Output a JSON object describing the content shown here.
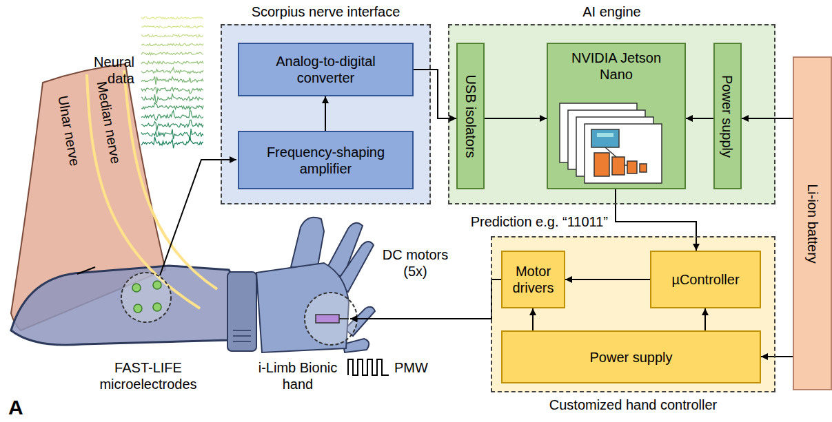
{
  "diagram": {
    "nodes": [
      {
        "text": [
          "Scorpius nerve interface"
        ]
      },
      {
        "text": [
          "Analog-to-digital converter"
        ],
        "in": 0
      },
      {
        "text": [
          "Frequency-shaping amplifier"
        ],
        "in": 0
      },
      {
        "text": [
          "AI engine"
        ]
      },
      {
        "text": [
          "USB isolators"
        ],
        "in": 3
      },
      {
        "text": [
          "NVIDIA Jetson Nano"
        ],
        "in": 3
      },
      {
        "text": [
          "Power supply"
        ],
        "in": 3
      },
      {
        "text": [
          "Li-ion battery"
        ]
      },
      {
        "text": [
          "Customized hand controller"
        ]
      },
      {
        "text": [
          "Motor drivers"
        ],
        "in": 8
      },
      {
        "text": [
          "µController"
        ],
        "in": 8
      },
      {
        "text": [
          "Power supply"
        ],
        "in": 8
      }
    ],
    "edges": [
      {
        "from": 2,
        "to": 1,
        "arrow": "to"
      },
      {
        "from": 1,
        "to": 4,
        "arrow": "to"
      },
      {
        "from": 4,
        "to": 5,
        "arrow": "to"
      },
      {
        "from": 6,
        "to": 5,
        "arrow": "to"
      },
      {
        "from": 7,
        "to": 6,
        "arrow": "to"
      },
      {
        "from": 5,
        "to": 10,
        "label": "Prediction e.g. “11011”",
        "arrow": "to"
      },
      {
        "from": 10,
        "to": 9,
        "arrow": "to"
      },
      {
        "from": 11,
        "to": 9,
        "arrow": "to"
      },
      {
        "from": 11,
        "to": 10,
        "arrow": "to"
      },
      {
        "from": 7,
        "to": 11,
        "arrow": "to"
      }
    ],
    "labels": [
      "Neural data",
      "Ulnar nerve",
      "Median nerve",
      "FAST-LIFE microelectrodes",
      "i-Limb Bionic hand",
      "DC motors (5x)",
      "PMW",
      "A"
    ]
  }
}
